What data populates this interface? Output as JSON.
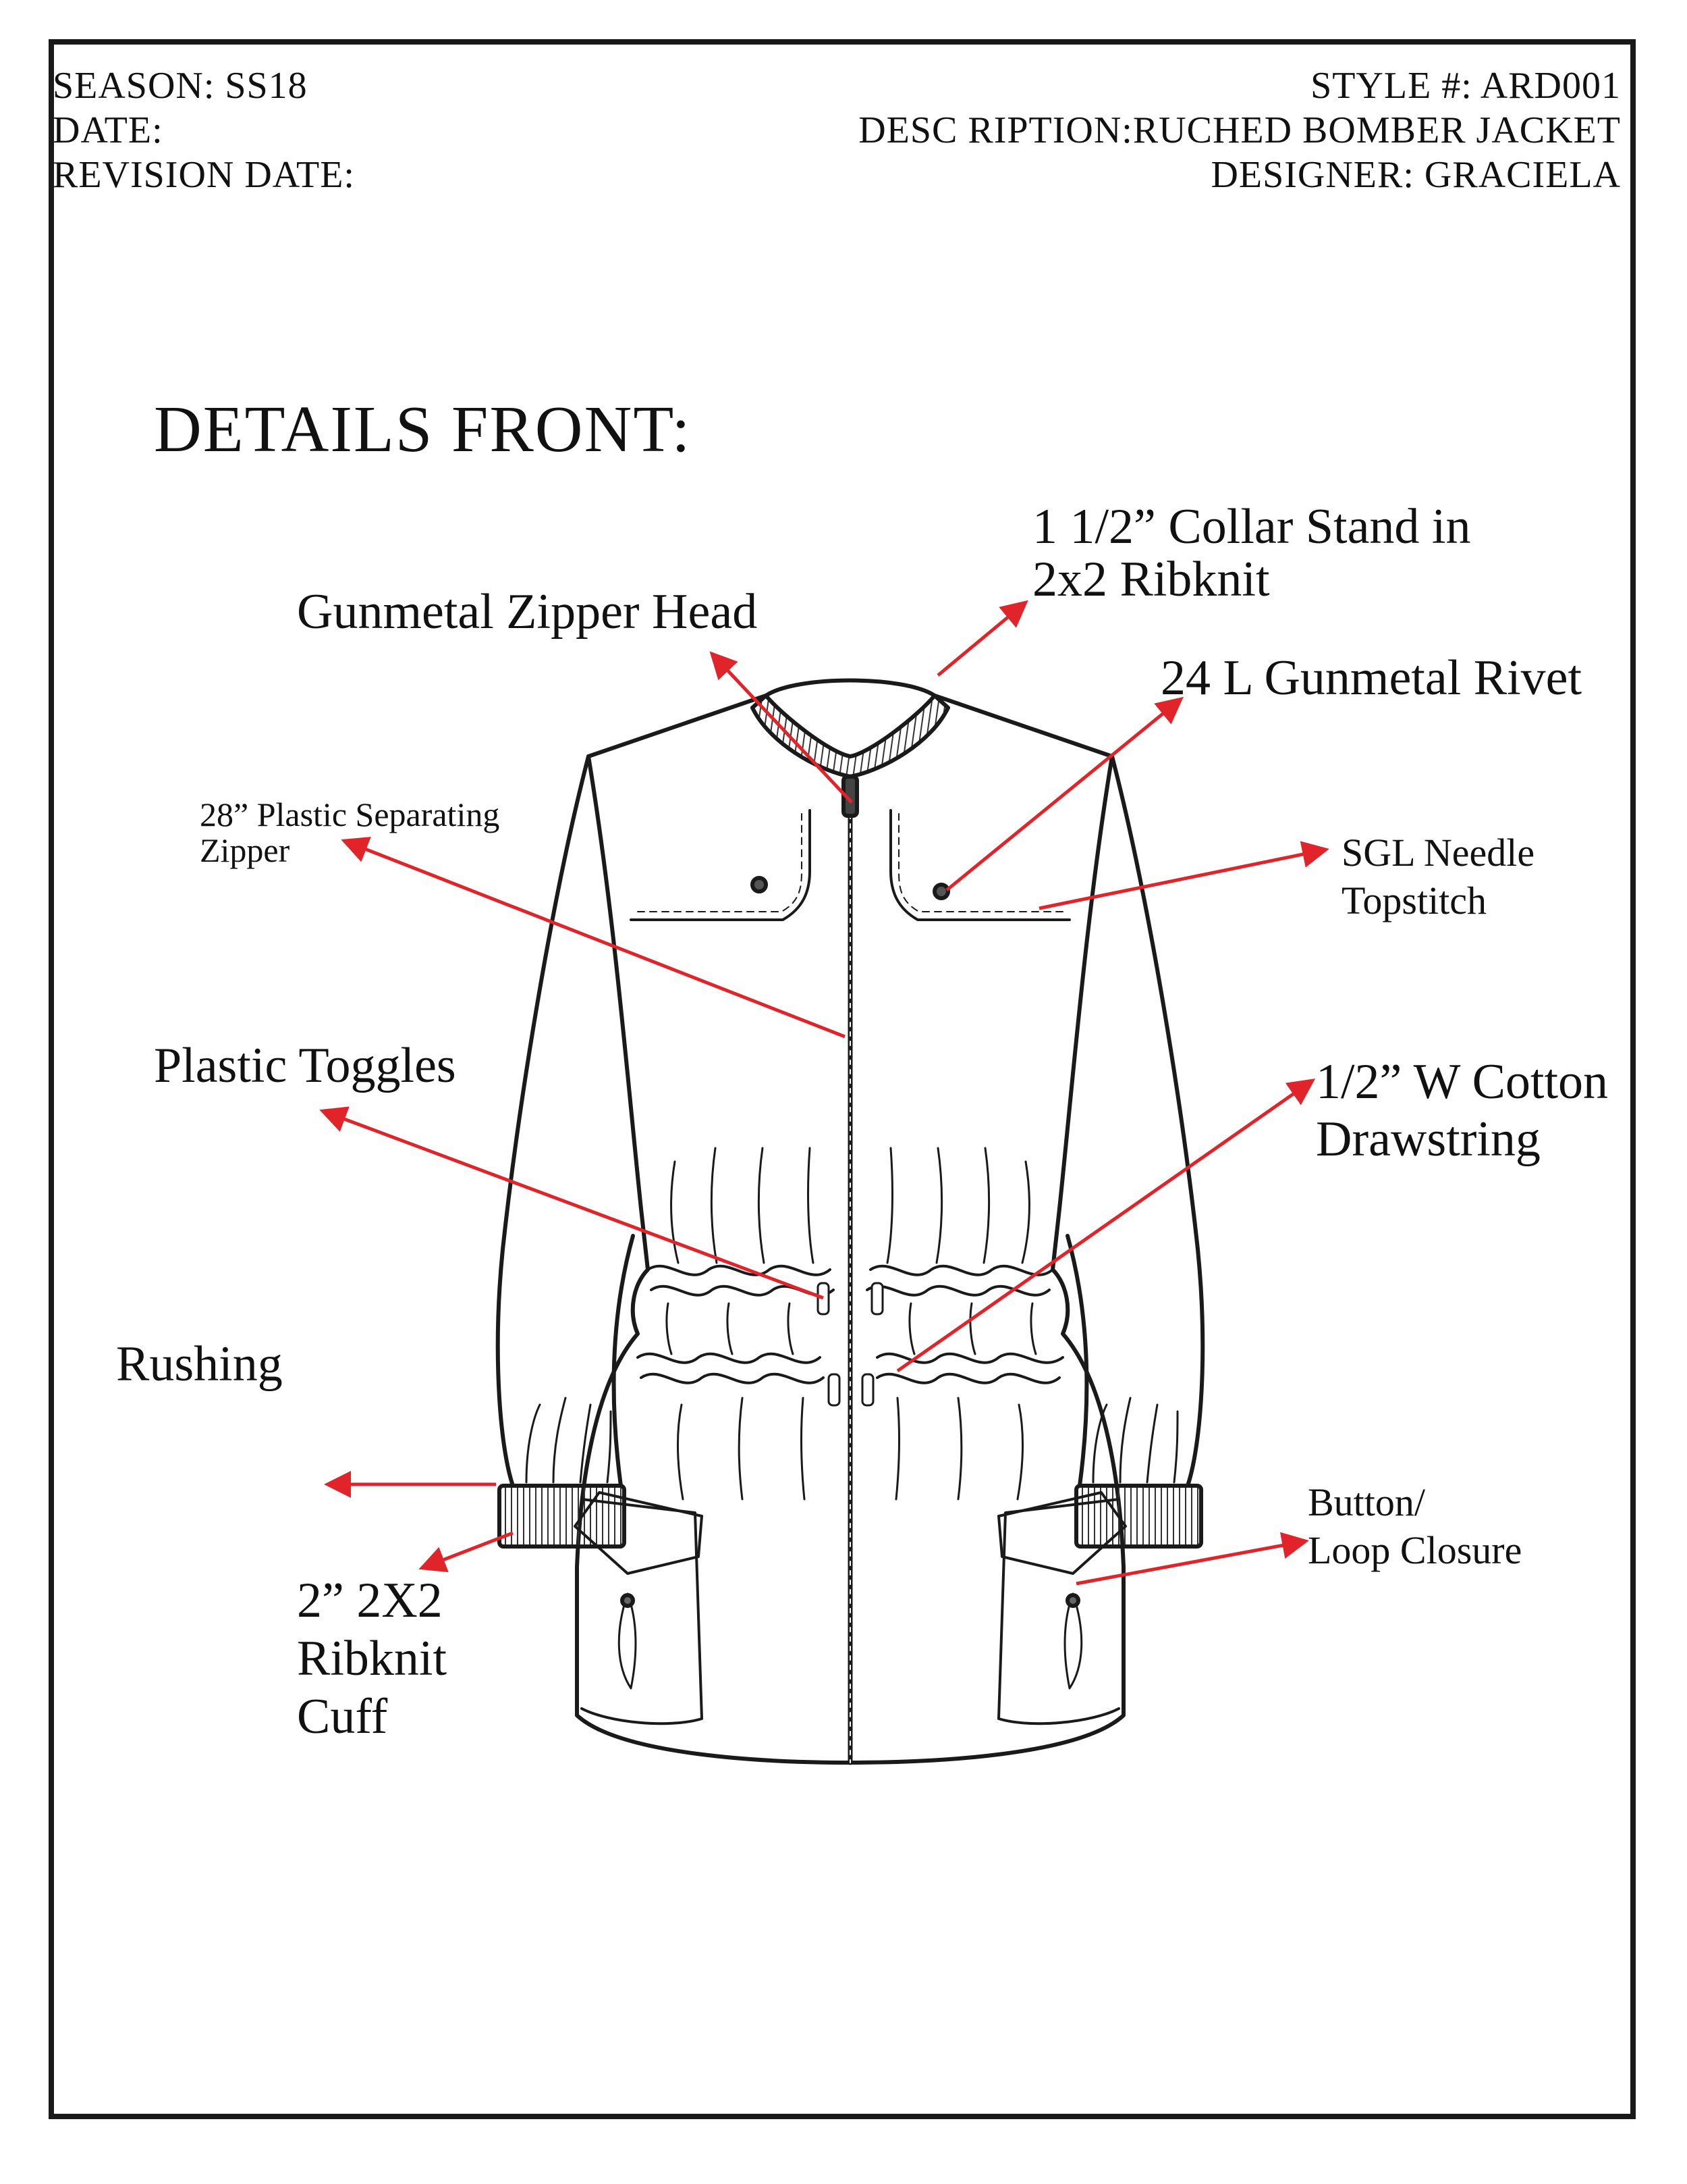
{
  "header": {
    "season": "SEASON: SS18",
    "date": "DATE:",
    "revision_date": "REVISION DATE:",
    "style": "STYLE #: ARD001",
    "description": "DESC RIPTION:RUCHED BOMBER JACKET",
    "designer": "DESIGNER: GRACIELA"
  },
  "section_title": "DETAILS FRONT:",
  "callouts": {
    "collar_stand": [
      "1 1/2” Collar Stand in",
      "2x2 Ribknit"
    ],
    "zipper_head": "Gunmetal Zipper Head",
    "rivet": "24 L Gunmetal Rivet",
    "separating_zipper": [
      "28” Plastic Separating",
      "Zipper"
    ],
    "topstitch": [
      "SGL Needle",
      "Topstitch"
    ],
    "toggles": "Plastic Toggles",
    "drawstring": [
      "1/2” W Cotton",
      "Drawstring"
    ],
    "rushing": "Rushing",
    "cuff": [
      "2” 2X2",
      "Ribknit",
      "Cuff"
    ],
    "closure": [
      "Button/",
      "Loop Closure"
    ]
  },
  "colors": {
    "arrow": "#e0242a",
    "line": "#1a1a1a",
    "frame": "#1a1a1a"
  }
}
